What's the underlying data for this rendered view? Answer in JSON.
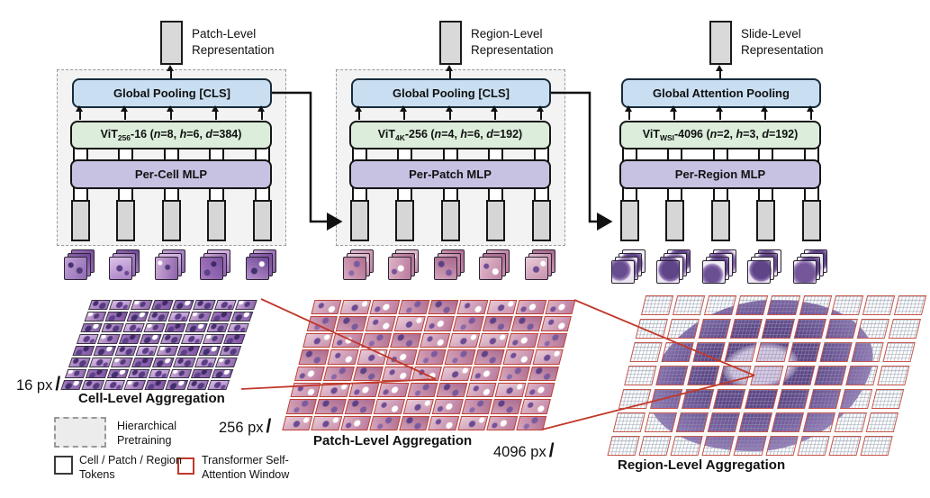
{
  "columns": [
    {
      "rep_line1": "Patch-Level",
      "rep_line2": "Representation",
      "pool_label": "Global Pooling [CLS]",
      "vit": {
        "base": "ViT",
        "sub": "256",
        "mid": "-16 (",
        "n": "n",
        "nv": "=8, ",
        "h": "h",
        "hv": "=6, ",
        "d": "d",
        "dv": "=384)"
      },
      "mlp_label": "Per-Cell MLP",
      "pretrained": true
    },
    {
      "rep_line1": "Region-Level",
      "rep_line2": "Representation",
      "pool_label": "Global Pooling [CLS]",
      "vit": {
        "base": "ViT",
        "sub": "4K",
        "mid": "-256 (",
        "n": "n",
        "nv": "=4, ",
        "h": "h",
        "hv": "=6, ",
        "d": "d",
        "dv": "=192)"
      },
      "mlp_label": "Per-Patch MLP",
      "pretrained": true
    },
    {
      "rep_line1": "Slide-Level",
      "rep_line2": "Representation",
      "pool_label": "Global Attention Pooling",
      "vit": {
        "base": "ViT",
        "sub": "WSI",
        "mid": "-4096 (",
        "n": "n",
        "nv": "=2, ",
        "h": "h",
        "hv": "=3, ",
        "d": "d",
        "dv": "=192)"
      },
      "mlp_label": "Per-Region MLP",
      "pretrained": false
    }
  ],
  "aggregations": {
    "cell": {
      "scale": "16 px",
      "slash": "/",
      "label": "Cell-Level Aggregation"
    },
    "patch": {
      "scale": "256 px",
      "slash": "/",
      "label": "Patch-Level Aggregation"
    },
    "region": {
      "scale": "4096 px",
      "slash": "/",
      "label": "Region-Level Aggregation"
    }
  },
  "legend": {
    "pretraining": {
      "line1": "Hierarchical",
      "line2": "Pretraining"
    },
    "tokens": {
      "line1": "Cell / Patch / Region",
      "line2": "Tokens"
    },
    "attention": {
      "line1": "Transformer Self-",
      "line2": "Attention Window"
    }
  },
  "grids": {
    "cell": {
      "rows": 8,
      "cols": 8
    },
    "patch": {
      "rows": 8,
      "cols": 9
    },
    "region": {
      "rows": 7,
      "cols": 9
    }
  },
  "stacks": {
    "per_column": 5,
    "layers_cell": 3,
    "layers_patch": 3,
    "layers_region": 4
  },
  "colors": {
    "pooling_fill": "#c9def1",
    "vit_fill": "#dceedb",
    "mlp_fill": "#c7c2e2",
    "token_fill": "#d6d6d6",
    "pretrain_fill": "#f3f3f3",
    "attention_red": "#c0392b",
    "line_black": "#111111"
  }
}
